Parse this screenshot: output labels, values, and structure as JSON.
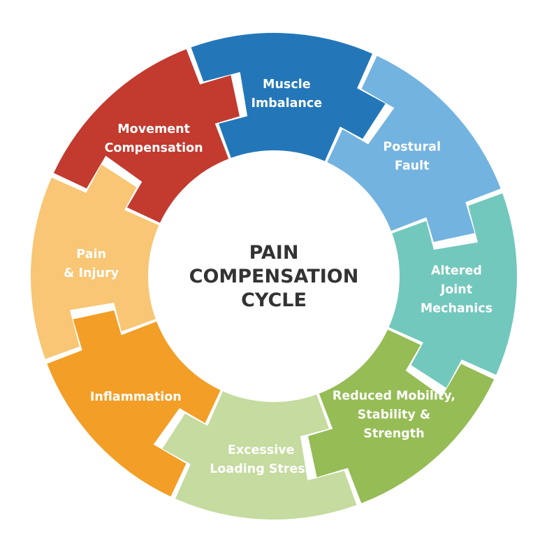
{
  "center": {
    "lines": [
      "PAIN",
      "COMPENSATION",
      "CYCLE"
    ]
  },
  "segments": [
    {
      "id": "muscle-imbalance",
      "lines": [
        "Muscle",
        "Imbalance"
      ],
      "color": "#2377B9"
    },
    {
      "id": "postural-fault",
      "lines": [
        "Postural",
        "Fault"
      ],
      "color": "#73B3E0"
    },
    {
      "id": "altered-joint-mechanics",
      "lines": [
        "Altered",
        "Joint",
        "Mechanics"
      ],
      "color": "#72C8BC"
    },
    {
      "id": "reduced-mobility",
      "lines": [
        "Reduced Mobility,",
        "Stability &",
        "Strength"
      ],
      "color": "#95BC55"
    },
    {
      "id": "excessive-loading-stress",
      "lines": [
        "Excessive",
        "Loading Stress"
      ],
      "color": "#C5DB9F"
    },
    {
      "id": "inflammation",
      "lines": [
        "Inflammation"
      ],
      "color": "#F39E26"
    },
    {
      "id": "pain-injury",
      "lines": [
        "Pain",
        "& Injury"
      ],
      "color": "#F8C674"
    },
    {
      "id": "movement-compensation",
      "lines": [
        "Movement",
        "Compensation"
      ],
      "color": "#C33A2F"
    }
  ],
  "colors": {
    "center_fill": "#ffffff",
    "title_text": "#333333",
    "label_text": "#ffffff"
  }
}
